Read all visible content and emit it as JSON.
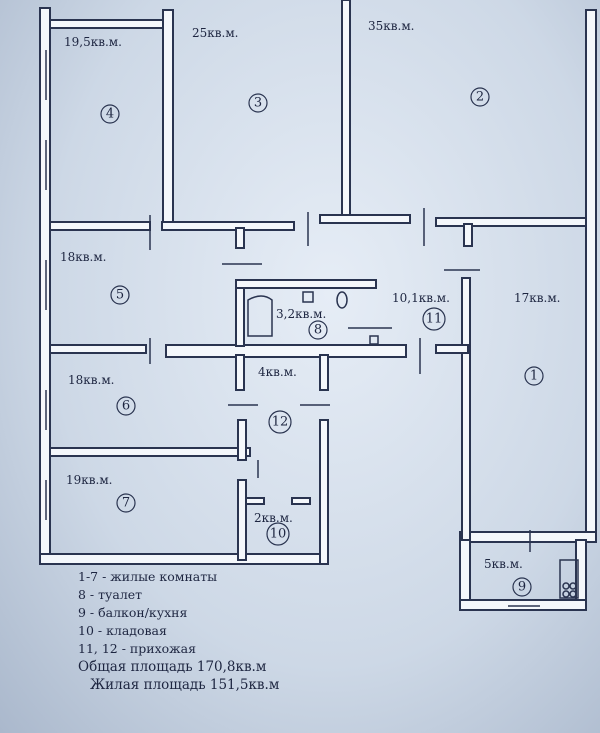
{
  "rooms": [
    {
      "id": "4",
      "area": "19,5кв.м."
    },
    {
      "id": "3",
      "area": "25кв.м."
    },
    {
      "id": "2",
      "area": "35кв.м."
    },
    {
      "id": "5",
      "area": "18кв.м."
    },
    {
      "id": "8",
      "area": "3,2кв.м."
    },
    {
      "id": "11",
      "area": "10,1кв.м."
    },
    {
      "id": "1",
      "area": "17кв.м."
    },
    {
      "id": "6",
      "area": "18кв.м."
    },
    {
      "id": "12",
      "area": "4кв.м."
    },
    {
      "id": "7",
      "area": "19кв.м."
    },
    {
      "id": "10",
      "area": "2кв.м."
    },
    {
      "id": "9",
      "area": "5кв.м."
    }
  ],
  "legend": {
    "line1": "1-7 - жилые комнаты",
    "line2": "8 - туалет",
    "line3": "9 - балкон/кухня",
    "line4": "10 - кладовая",
    "line5": "11, 12 - прихожая",
    "total": "Общая площадь 170,8кв.м",
    "living": "Жилая площадь 151,5кв.м"
  }
}
